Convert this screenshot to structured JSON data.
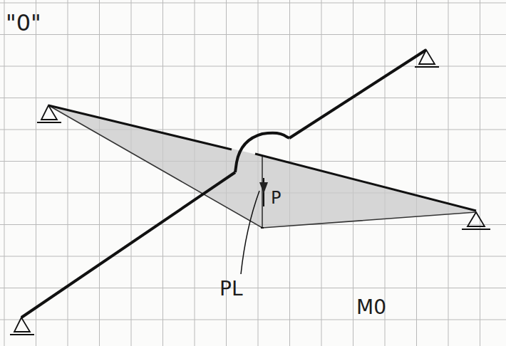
{
  "diagram": {
    "labels": [
      "\"0\"",
      "P",
      "PL",
      "M0"
    ]
  }
}
